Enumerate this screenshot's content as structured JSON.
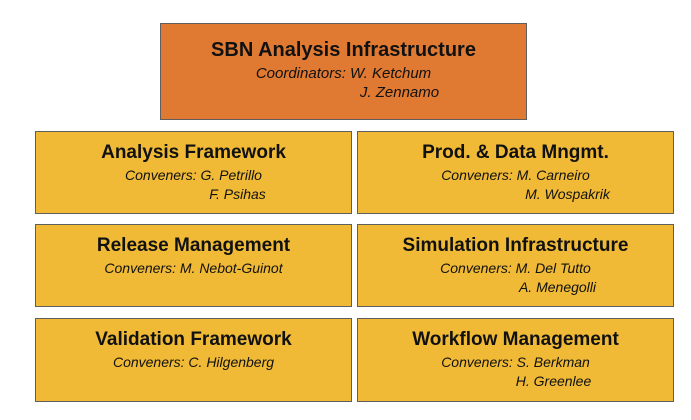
{
  "top": {
    "title": "SBN Analysis Infrastructure",
    "line1": "Coordinators: W. Ketchum",
    "line2": "J. Zennamo"
  },
  "groups": [
    {
      "title": "Analysis Framework",
      "line1": "Conveners: G. Petrillo",
      "line2": "F. Psihas"
    },
    {
      "title": "Prod. & Data Mngmt.",
      "line1": "Conveners: M. Carneiro",
      "line2": "M. Wospakrik"
    },
    {
      "title": "Release Management",
      "line1": "Conveners: M. Nebot-Guinot"
    },
    {
      "title": "Simulation Infrastructure",
      "line1": "Conveners: M. Del Tutto",
      "line2": "A. Menegolli"
    },
    {
      "title": "Validation Framework",
      "line1": "Conveners: C. Hilgenberg"
    },
    {
      "title": "Workflow Management",
      "line1": "Conveners: S. Berkman",
      "line2": "H. Greenlee"
    }
  ],
  "colors": {
    "top_fill": "#e07a32",
    "group_fill": "#f0ba36",
    "border": "#5f5f5f"
  }
}
